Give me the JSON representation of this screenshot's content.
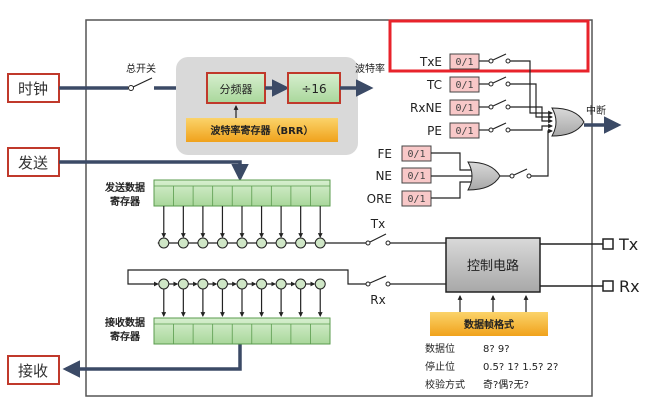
{
  "inputs": {
    "clock": "时钟",
    "send": "发送",
    "receive": "接收"
  },
  "master_switch": "总开关",
  "baud": {
    "divider": "分频器",
    "div16": "÷16",
    "register": "波特率寄存器（BRR）",
    "signal": "波特率"
  },
  "interrupt_sources": [
    {
      "name": "TxE",
      "value": "0/1"
    },
    {
      "name": "TC",
      "value": "0/1"
    },
    {
      "name": "RxNE",
      "value": "0/1"
    },
    {
      "name": "PE",
      "value": "0/1"
    }
  ],
  "error_sources": [
    {
      "name": "FE",
      "value": "0/1"
    },
    {
      "name": "NE",
      "value": "0/1"
    },
    {
      "name": "ORE",
      "value": "0/1"
    }
  ],
  "interrupt_label": "中断",
  "send_register": "发送数据\n寄存器",
  "receive_register": "接收数据\n寄存器",
  "tx_switch_label": "Tx",
  "rx_switch_label": "Rx",
  "control": "控制电路",
  "out_tx": "Tx",
  "out_rx": "Rx",
  "frame_format": "数据帧格式",
  "frame_params": [
    {
      "label": "数据位",
      "value": "8? 9?"
    },
    {
      "label": "停止位",
      "value": "0.5? 1? 1.5? 2?"
    },
    {
      "label": "校验方式",
      "value": "奇?偶?无?"
    }
  ],
  "colors": {
    "highlight": "#e8232b",
    "arrow": "#3b4a66",
    "pink": "#f8c8c8",
    "green": "#bfe3b4",
    "orange": "#f7b733"
  }
}
